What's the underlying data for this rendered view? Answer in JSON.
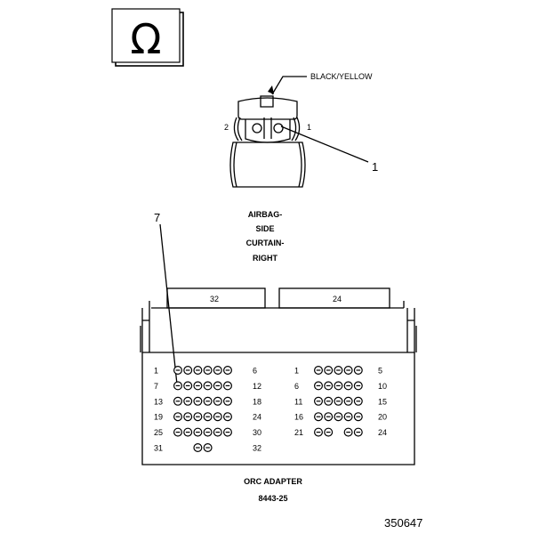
{
  "meter_icon": {
    "name": "ohm-symbol-icon",
    "glyph": "Ω"
  },
  "airbag_connector": {
    "wire_color_label": "BLACK/YELLOW",
    "pin_label_left": "2",
    "pin_label_right": "1",
    "callout": "1",
    "caption_lines": [
      "AIRBAG-",
      "SIDE",
      "CURTAIN-",
      "RIGHT"
    ]
  },
  "orc_adapter": {
    "callout": "7",
    "left_header_label": "32",
    "right_header_label": "24",
    "left_block": {
      "rows": [
        {
          "start": "1",
          "end": "6",
          "pins": [
            1,
            1,
            1,
            1,
            1,
            1
          ]
        },
        {
          "start": "7",
          "end": "12",
          "pins": [
            1,
            1,
            1,
            1,
            1,
            1
          ]
        },
        {
          "start": "13",
          "end": "18",
          "pins": [
            1,
            1,
            1,
            1,
            1,
            1
          ]
        },
        {
          "start": "19",
          "end": "24",
          "pins": [
            1,
            1,
            1,
            1,
            1,
            1
          ]
        },
        {
          "start": "25",
          "end": "30",
          "pins": [
            1,
            1,
            1,
            1,
            1,
            1
          ]
        },
        {
          "start": "31",
          "end": "32",
          "pins": [
            0,
            0,
            1,
            1,
            0,
            0
          ]
        }
      ]
    },
    "right_block": {
      "rows": [
        {
          "start": "1",
          "end": "5",
          "pins": [
            1,
            1,
            1,
            1,
            1
          ]
        },
        {
          "start": "6",
          "end": "10",
          "pins": [
            1,
            1,
            1,
            1,
            1
          ]
        },
        {
          "start": "11",
          "end": "15",
          "pins": [
            1,
            1,
            1,
            1,
            1
          ]
        },
        {
          "start": "16",
          "end": "20",
          "pins": [
            1,
            1,
            1,
            1,
            1
          ]
        },
        {
          "start": "21",
          "end": "24",
          "pins": [
            1,
            1,
            0,
            1,
            1
          ]
        }
      ]
    },
    "caption_lines": [
      "ORC ADAPTER",
      "8443-25"
    ]
  },
  "figure_number": "350647"
}
